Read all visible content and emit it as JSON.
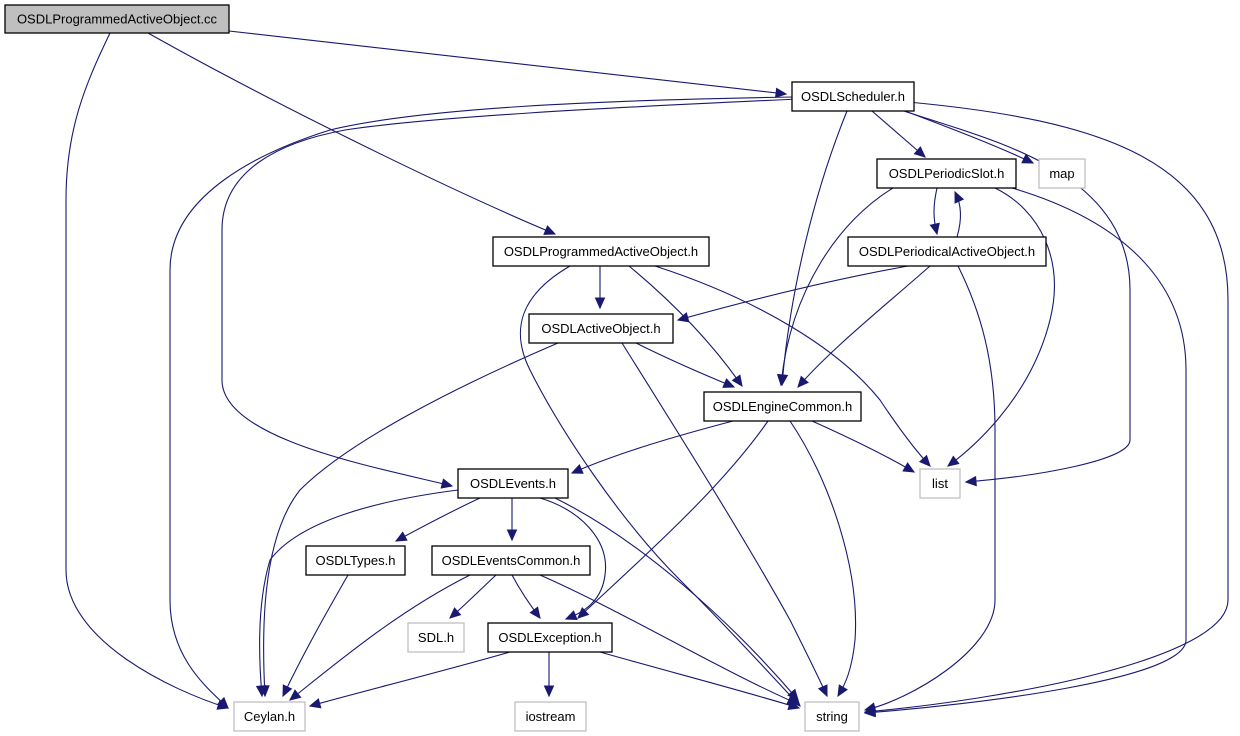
{
  "graph": {
    "nodes": [
      {
        "id": "root",
        "label": "OSDLProgrammedActiveObject.cc",
        "kind": "root",
        "interactive": false
      },
      {
        "id": "scheduler",
        "label": "OSDLScheduler.h",
        "kind": "file",
        "interactive": true
      },
      {
        "id": "periodicslot",
        "label": "OSDLPeriodicSlot.h",
        "kind": "file",
        "interactive": true
      },
      {
        "id": "map",
        "label": "map",
        "kind": "system",
        "interactive": false
      },
      {
        "id": "pao",
        "label": "OSDLProgrammedActiveObject.h",
        "kind": "file",
        "interactive": true
      },
      {
        "id": "periodical",
        "label": "OSDLPeriodicalActiveObject.h",
        "kind": "file",
        "interactive": true
      },
      {
        "id": "activeobject",
        "label": "OSDLActiveObject.h",
        "kind": "file",
        "interactive": true
      },
      {
        "id": "enginecommon",
        "label": "OSDLEngineCommon.h",
        "kind": "file",
        "interactive": true
      },
      {
        "id": "events",
        "label": "OSDLEvents.h",
        "kind": "file",
        "interactive": true
      },
      {
        "id": "list",
        "label": "list",
        "kind": "system",
        "interactive": false
      },
      {
        "id": "types",
        "label": "OSDLTypes.h",
        "kind": "file",
        "interactive": true
      },
      {
        "id": "eventscommon",
        "label": "OSDLEventsCommon.h",
        "kind": "file",
        "interactive": true
      },
      {
        "id": "sdl",
        "label": "SDL.h",
        "kind": "system",
        "interactive": false
      },
      {
        "id": "exception",
        "label": "OSDLException.h",
        "kind": "file",
        "interactive": true
      },
      {
        "id": "ceylan",
        "label": "Ceylan.h",
        "kind": "system",
        "interactive": false
      },
      {
        "id": "iostream",
        "label": "iostream",
        "kind": "system",
        "interactive": false
      },
      {
        "id": "string",
        "label": "string",
        "kind": "system",
        "interactive": false
      }
    ],
    "edges": [
      {
        "from": "root",
        "to": "scheduler"
      },
      {
        "from": "root",
        "to": "pao"
      },
      {
        "from": "root",
        "to": "ceylan"
      },
      {
        "from": "scheduler",
        "to": "periodicslot"
      },
      {
        "from": "scheduler",
        "to": "map"
      },
      {
        "from": "scheduler",
        "to": "enginecommon"
      },
      {
        "from": "scheduler",
        "to": "events"
      },
      {
        "from": "scheduler",
        "to": "ceylan"
      },
      {
        "from": "scheduler",
        "to": "list"
      },
      {
        "from": "scheduler",
        "to": "string"
      },
      {
        "from": "periodicslot",
        "to": "periodical"
      },
      {
        "from": "periodical",
        "to": "periodicslot"
      },
      {
        "from": "periodicslot",
        "to": "enginecommon"
      },
      {
        "from": "periodicslot",
        "to": "list"
      },
      {
        "from": "periodicslot",
        "to": "string"
      },
      {
        "from": "pao",
        "to": "activeobject"
      },
      {
        "from": "pao",
        "to": "enginecommon"
      },
      {
        "from": "pao",
        "to": "list"
      },
      {
        "from": "pao",
        "to": "string"
      },
      {
        "from": "periodical",
        "to": "activeobject"
      },
      {
        "from": "periodical",
        "to": "enginecommon"
      },
      {
        "from": "periodical",
        "to": "string"
      },
      {
        "from": "activeobject",
        "to": "enginecommon"
      },
      {
        "from": "activeobject",
        "to": "ceylan"
      },
      {
        "from": "activeobject",
        "to": "string"
      },
      {
        "from": "enginecommon",
        "to": "events"
      },
      {
        "from": "enginecommon",
        "to": "list"
      },
      {
        "from": "enginecommon",
        "to": "exception"
      },
      {
        "from": "enginecommon",
        "to": "string"
      },
      {
        "from": "events",
        "to": "types"
      },
      {
        "from": "events",
        "to": "eventscommon"
      },
      {
        "from": "events",
        "to": "exception"
      },
      {
        "from": "events",
        "to": "ceylan"
      },
      {
        "from": "events",
        "to": "string"
      },
      {
        "from": "types",
        "to": "ceylan"
      },
      {
        "from": "eventscommon",
        "to": "sdl"
      },
      {
        "from": "eventscommon",
        "to": "exception"
      },
      {
        "from": "eventscommon",
        "to": "ceylan"
      },
      {
        "from": "eventscommon",
        "to": "string"
      },
      {
        "from": "exception",
        "to": "iostream"
      },
      {
        "from": "exception",
        "to": "ceylan"
      },
      {
        "from": "exception",
        "to": "string"
      }
    ],
    "colors": {
      "edge": "#191970",
      "root_fill": "#bfbfbf",
      "system_border": "#bfbfbf"
    }
  }
}
